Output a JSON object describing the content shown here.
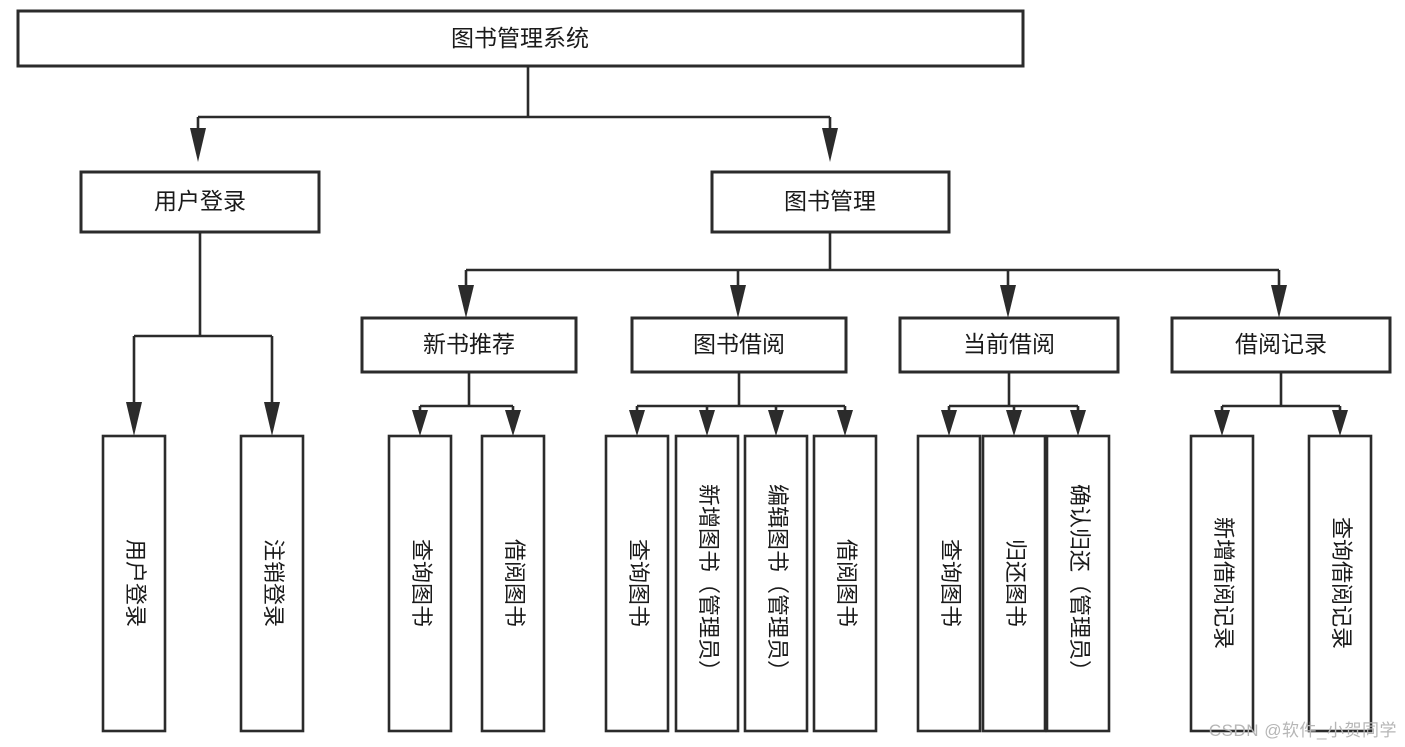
{
  "diagram": {
    "type": "tree-flowchart",
    "title": "图书管理系统",
    "orientation": "top-down",
    "colors": {
      "stroke": "#2b2b2b",
      "fill": "#ffffff",
      "text": "#1a1a1a",
      "watermark": "#b6b6b6",
      "background": "#ffffff"
    },
    "root": {
      "id": "root",
      "label": "图书管理系统"
    },
    "level1": [
      {
        "id": "user-login",
        "label": "用户登录"
      },
      {
        "id": "book-manage",
        "label": "图书管理"
      }
    ],
    "level2": [
      {
        "id": "new-book-rec",
        "label": "新书推荐",
        "parent": "book-manage"
      },
      {
        "id": "book-borrow",
        "label": "图书借阅",
        "parent": "book-manage"
      },
      {
        "id": "current-borrow",
        "label": "当前借阅",
        "parent": "book-manage"
      },
      {
        "id": "borrow-record",
        "label": "借阅记录",
        "parent": "book-manage"
      }
    ],
    "leaves": [
      {
        "id": "leaf-user-login",
        "label": "用户登录",
        "parent": "user-login"
      },
      {
        "id": "leaf-user-logout",
        "label": "注销登录",
        "parent": "user-login"
      },
      {
        "id": "leaf-rec-query",
        "label": "查询图书",
        "parent": "new-book-rec"
      },
      {
        "id": "leaf-rec-borrow",
        "label": "借阅图书",
        "parent": "new-book-rec"
      },
      {
        "id": "leaf-borrow-query",
        "label": "查询图书",
        "parent": "book-borrow"
      },
      {
        "id": "leaf-borrow-add",
        "label": "新增图书（管理员）",
        "parent": "book-borrow"
      },
      {
        "id": "leaf-borrow-edit",
        "label": "编辑图书（管理员）",
        "parent": "book-borrow"
      },
      {
        "id": "leaf-borrow-do",
        "label": "借阅图书",
        "parent": "book-borrow"
      },
      {
        "id": "leaf-cur-query",
        "label": "查询图书",
        "parent": "current-borrow"
      },
      {
        "id": "leaf-cur-return",
        "label": "归还图书",
        "parent": "current-borrow"
      },
      {
        "id": "leaf-cur-confirm",
        "label": "确认归还（管理员）",
        "parent": "current-borrow"
      },
      {
        "id": "leaf-rec-add",
        "label": "新增借阅记录",
        "parent": "borrow-record"
      },
      {
        "id": "leaf-rec-query2",
        "label": "查询借阅记录",
        "parent": "borrow-record"
      }
    ]
  },
  "watermark": {
    "text": "CSDN @软件_小贺同学"
  }
}
